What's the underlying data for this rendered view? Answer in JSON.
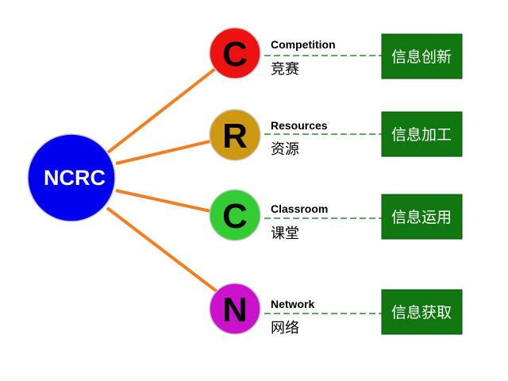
{
  "hub": {
    "label": "NCRC",
    "color": "#0000ee"
  },
  "connector_color": "#f07f22",
  "dash_color": "#2e8b2e",
  "box_color": "#117711",
  "nodes": [
    {
      "letter": "C",
      "color": "#ee1111",
      "en": "Competition",
      "zh": "竞赛",
      "box": "信息创新"
    },
    {
      "letter": "R",
      "color": "#cc9911",
      "en": "Resources",
      "zh": "资源",
      "box": "信息加工"
    },
    {
      "letter": "C",
      "color": "#33cc33",
      "en": "Classroom",
      "zh": "课堂",
      "box": "信息运用"
    },
    {
      "letter": "N",
      "color": "#cc11cc",
      "en": "Network",
      "zh": "网络",
      "box": "信息获取"
    }
  ]
}
